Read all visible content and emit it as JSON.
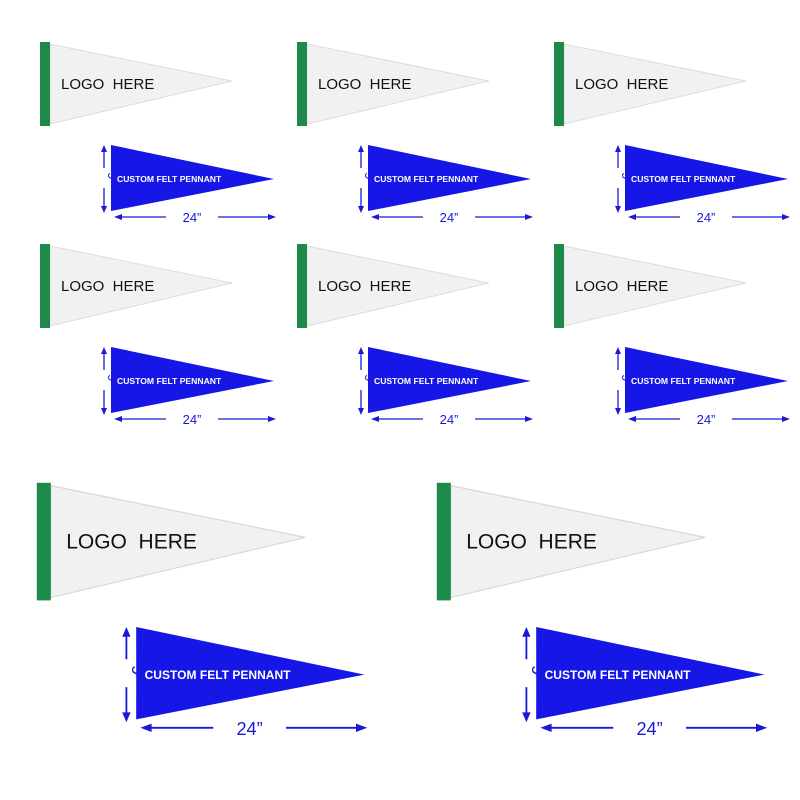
{
  "white_pennant": {
    "label": "LOGO  HERE",
    "body_color": "#f1f1f1",
    "header_color": "#1e8a4a"
  },
  "blue_pennant": {
    "label": "CUSTOM FELT PENNANT",
    "body_color": "#1616e6",
    "height_label": "9”",
    "width_label": "24”",
    "arrow_color": "#1a1ad6"
  }
}
